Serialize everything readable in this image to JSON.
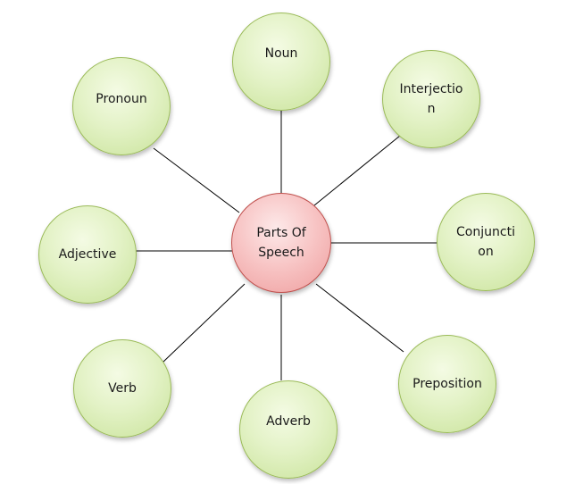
{
  "center": {
    "label": "Parts Of Speech"
  },
  "nodes": [
    {
      "id": "noun",
      "label": "Noun"
    },
    {
      "id": "interjection",
      "label": "Interjection"
    },
    {
      "id": "conjunction",
      "label": "Conjunction"
    },
    {
      "id": "preposition",
      "label": "Preposition"
    },
    {
      "id": "adverb",
      "label": "Adverb"
    },
    {
      "id": "verb",
      "label": "Verb"
    },
    {
      "id": "adjective",
      "label": "Adjective"
    },
    {
      "id": "pronoun",
      "label": "Pronoun"
    }
  ],
  "colors": {
    "outer_fill": "#e3f2c6",
    "outer_border": "#9bbb59",
    "center_fill": "#f7c2c2",
    "center_border": "#c0504d",
    "connector": "#000000"
  }
}
